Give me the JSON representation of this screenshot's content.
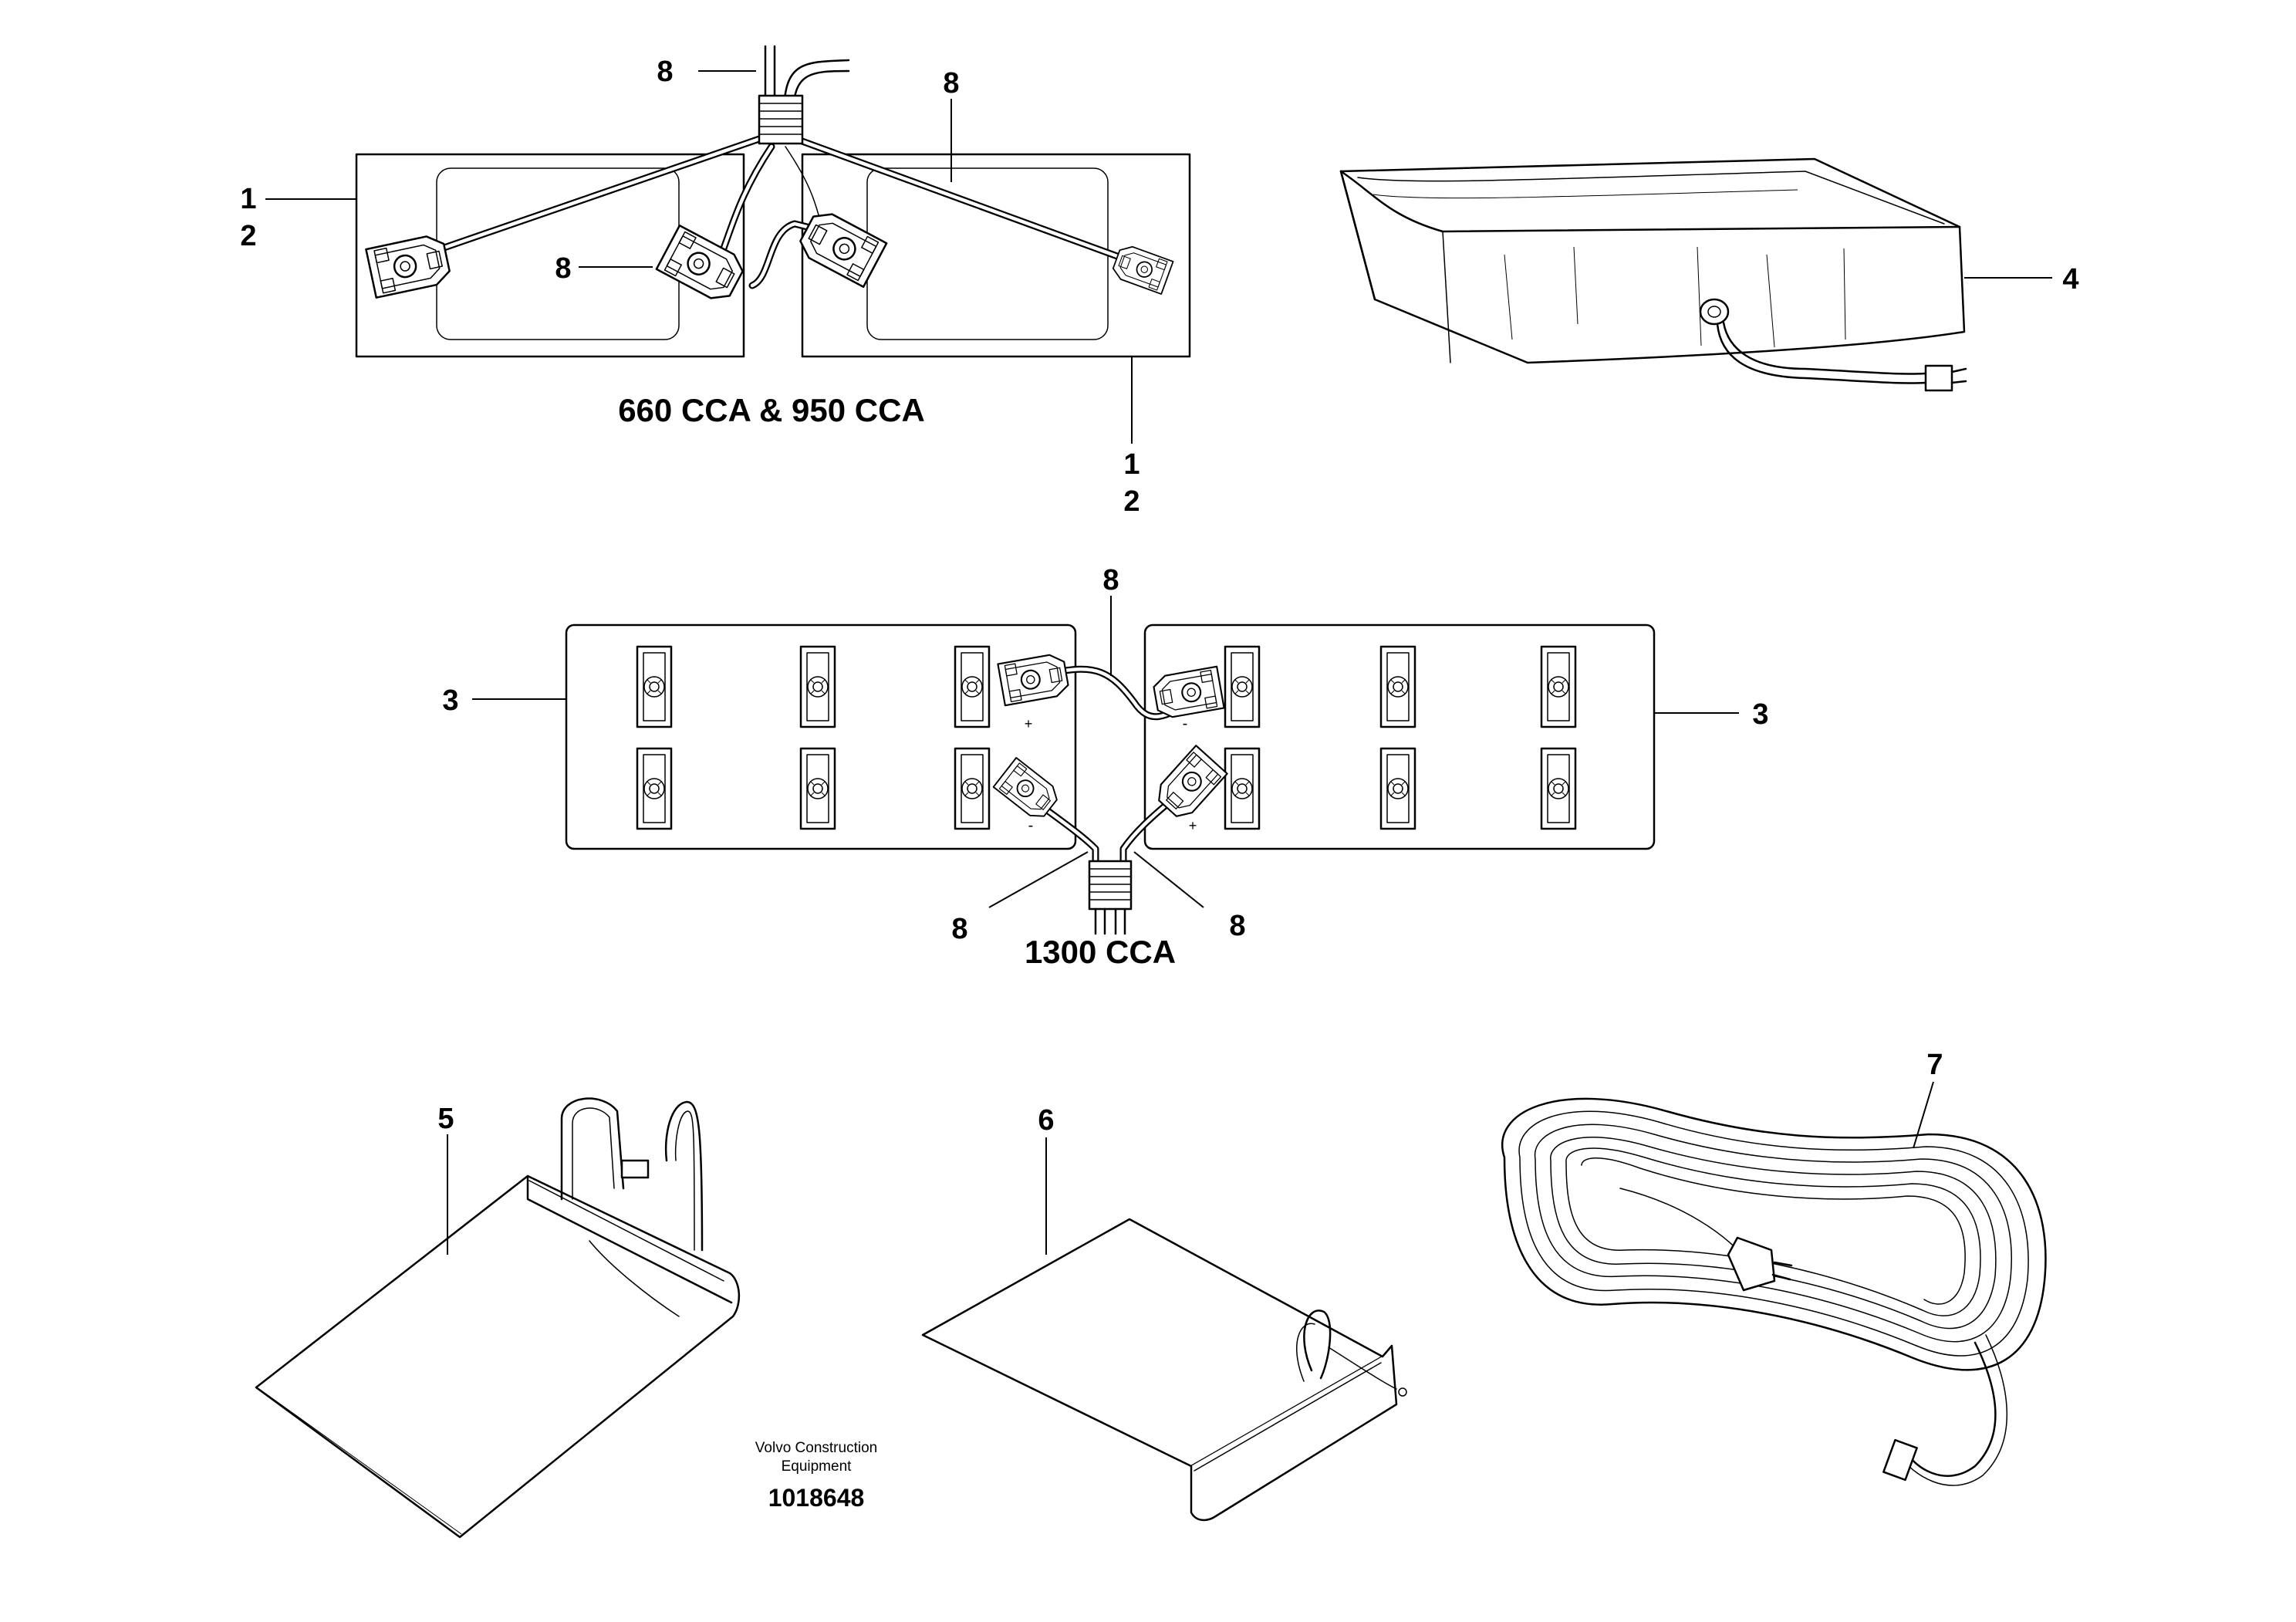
{
  "callouts": {
    "top_harness_8": "8",
    "right_harness_8": "8",
    "left_battery_1": "1",
    "left_battery_2": "2",
    "center_terminal_8": "8",
    "right_battery_1": "1",
    "right_battery_2": "2",
    "battery_blanket_4": "4",
    "middle_link_8": "8",
    "left_battery_3": "3",
    "right_battery_3": "3",
    "bottom_left_8": "8",
    "bottom_right_8": "8",
    "heater_plate_5": "5",
    "heater_plate_6": "6",
    "extension_cord_7": "7"
  },
  "captions": {
    "top_assembly": "660 CCA & 950 CCA",
    "middle_assembly": "1300 CCA"
  },
  "terminal_marks": {
    "left_top": "+",
    "right_top": "-",
    "left_bottom": "-",
    "right_bottom": "+"
  },
  "footer": {
    "manufacturer_line1": "Volvo Construction",
    "manufacturer_line2": "Equipment",
    "document_number": "1018648"
  }
}
